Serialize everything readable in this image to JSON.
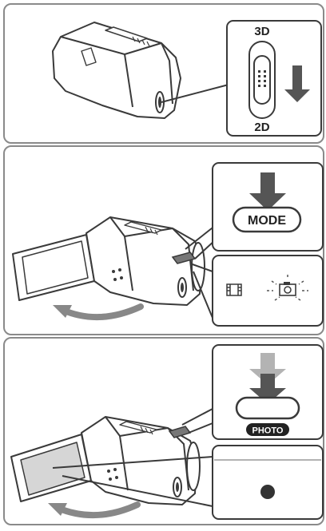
{
  "panel1": {
    "switch_top_label": "3D",
    "switch_bottom_label": "2D"
  },
  "panel2": {
    "mode_button_label": "MODE",
    "movie_mode_icon": "film-strip-icon",
    "photo_mode_icon": "camera-icon"
  },
  "panel3": {
    "photo_button_label": "PHOTO",
    "record_indicator_icon": "record-dot-icon"
  },
  "colors": {
    "panel_border": "#8a8a8a",
    "line": "#3a3a3a",
    "arrow_dark": "#555555",
    "arrow_light": "#b3b3b3",
    "screen_fill": "#d6d6d6",
    "indicator": "#333333"
  }
}
